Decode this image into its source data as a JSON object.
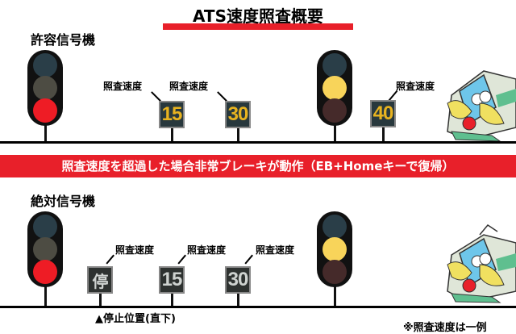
{
  "title": "ATS速度照査概要",
  "top_section": {
    "heading": "許容信号機",
    "label": "照査速度",
    "signs": [
      "15",
      "30",
      "40"
    ]
  },
  "banner": "照査速度を超過した場合非常ブレーキが動作（EB+Homeキーで復帰）",
  "bottom_section": {
    "heading": "絶対信号機",
    "label": "照査速度",
    "signs": [
      "停",
      "15",
      "30"
    ],
    "stop_note": "▲停止位置(直下)"
  },
  "footnote": "※照査速度は一例",
  "colors": {
    "accent": "#e8202a",
    "lamp_red": "#ee1c25",
    "lamp_yellow": "#f8d45a",
    "lamp_off": "#2a3e48",
    "sign_yellow": "#e8b320"
  }
}
